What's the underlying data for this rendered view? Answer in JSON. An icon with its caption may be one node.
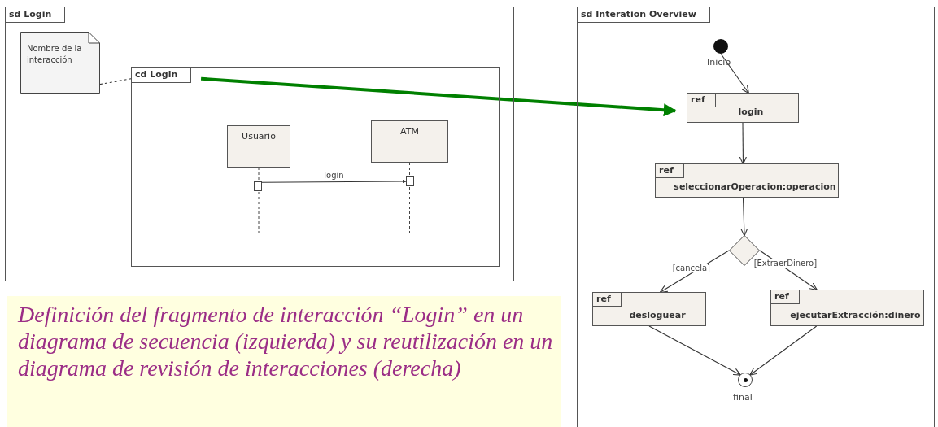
{
  "diagram": {
    "caption": "Definición del fragmento de interacción “Login” en un diagrama de secuencia (izquierda) y su reutilización en un diagrama de revisión de interacciones (derecha)",
    "nodes": [
      {
        "text": [
          "sd Login"
        ]
      },
      {
        "text": [
          "Nombre de la interacción"
        ],
        "in": 0
      },
      {
        "text": [
          "cd Login"
        ],
        "in": 0
      },
      {
        "text": [
          "Usuario"
        ],
        "in": 2
      },
      {
        "text": [
          "ATM"
        ],
        "in": 2
      },
      {
        "text": [],
        "shape": "box",
        "in": 2
      },
      {
        "text": [],
        "shape": "box",
        "in": 2
      },
      {
        "text": [
          "sd Interation Overview"
        ]
      },
      {
        "text": [],
        "shape": "circle",
        "in": 7,
        "beside": [
          "Inicio"
        ]
      },
      {
        "text": [
          "ref",
          "login"
        ],
        "in": 7
      },
      {
        "text": [
          "ref",
          "seleccionarOperacion:operacion"
        ],
        "in": 7
      },
      {
        "text": [],
        "shape": "diamond",
        "in": 7
      },
      {
        "text": [
          "ref",
          "desloguear"
        ],
        "in": 7
      },
      {
        "text": [
          "ref",
          "ejecutarExtracción:dinero"
        ],
        "in": 7
      },
      {
        "text": [],
        "shape": "circle",
        "in": 7,
        "beside": [
          "final"
        ]
      }
    ],
    "edges": [
      {
        "from": 1,
        "to": 2,
        "arrow": "none",
        "style": "dashed"
      },
      {
        "from": 2,
        "to": 9,
        "arrow": "to",
        "style": "thick",
        "color": "#008000"
      },
      {
        "from": 5,
        "to": 6,
        "arrow": "to",
        "label": "login"
      },
      {
        "from": 8,
        "to": 9,
        "arrow": "to"
      },
      {
        "from": 9,
        "to": 10,
        "arrow": "to"
      },
      {
        "from": 10,
        "to": 11,
        "arrow": "to"
      },
      {
        "from": 11,
        "to": 12,
        "arrow": "to",
        "label": "[cancela]"
      },
      {
        "from": 11,
        "to": 13,
        "arrow": "to",
        "label": "[ExtraerDinero]"
      },
      {
        "from": 12,
        "to": 14,
        "arrow": "to"
      },
      {
        "from": 13,
        "to": 14,
        "arrow": "to"
      }
    ]
  }
}
